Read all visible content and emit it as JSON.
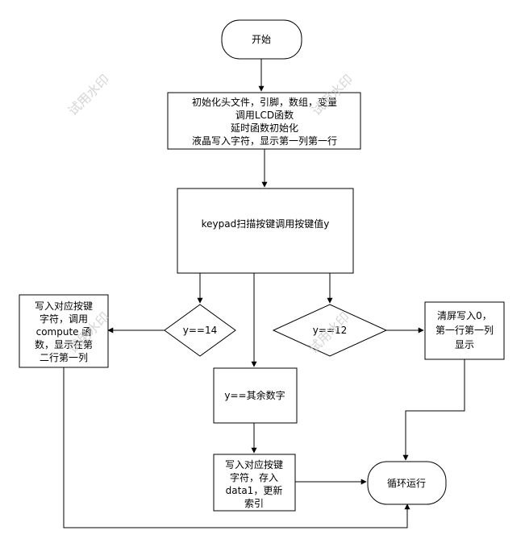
{
  "start": {
    "label": "开始"
  },
  "init": {
    "lines": [
      "初始化头文件，引脚，数组，变量",
      "调用LCD函数",
      "延时函数初始化",
      "液晶写入字符，显示第一列第一行"
    ]
  },
  "scan": {
    "label": "keypad扫描按键调用按键值y"
  },
  "cond14": {
    "label": "y==14"
  },
  "cond12": {
    "label": "y==12"
  },
  "action14": {
    "lines": [
      "写入对应按键",
      "字符，调用",
      "compute 函",
      "数，显示在第",
      "二行第一列"
    ]
  },
  "action12": {
    "lines": [
      "清屏写入0，",
      "第一行第一列",
      "显示"
    ]
  },
  "otherdigit": {
    "label": "y==其余数字"
  },
  "actionother": {
    "lines": [
      "写入对应按键",
      "字符，存入",
      "data1，更新",
      "索引"
    ]
  },
  "loop": {
    "label": "循环运行"
  },
  "watermark": {
    "text": "试用水印"
  }
}
